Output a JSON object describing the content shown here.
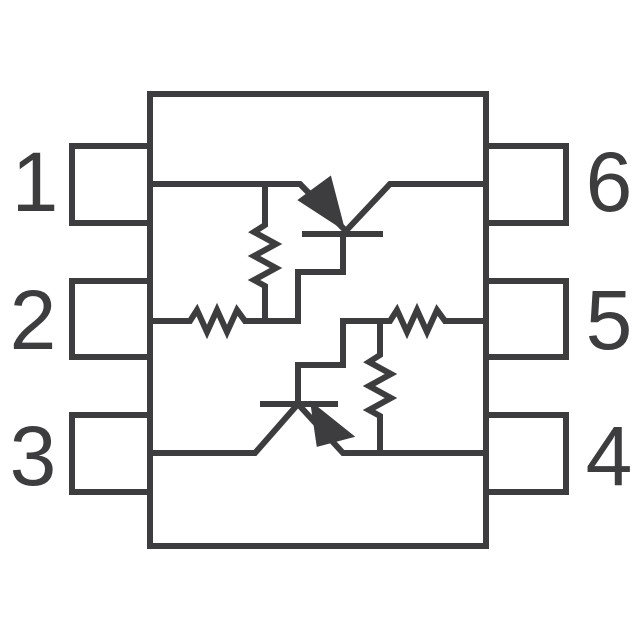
{
  "pins": {
    "p1": "1",
    "p2": "2",
    "p3": "3",
    "p4": "4",
    "p5": "5",
    "p6": "6"
  },
  "colors": {
    "stroke": "#3d3d3f",
    "background": "#ffffff"
  }
}
